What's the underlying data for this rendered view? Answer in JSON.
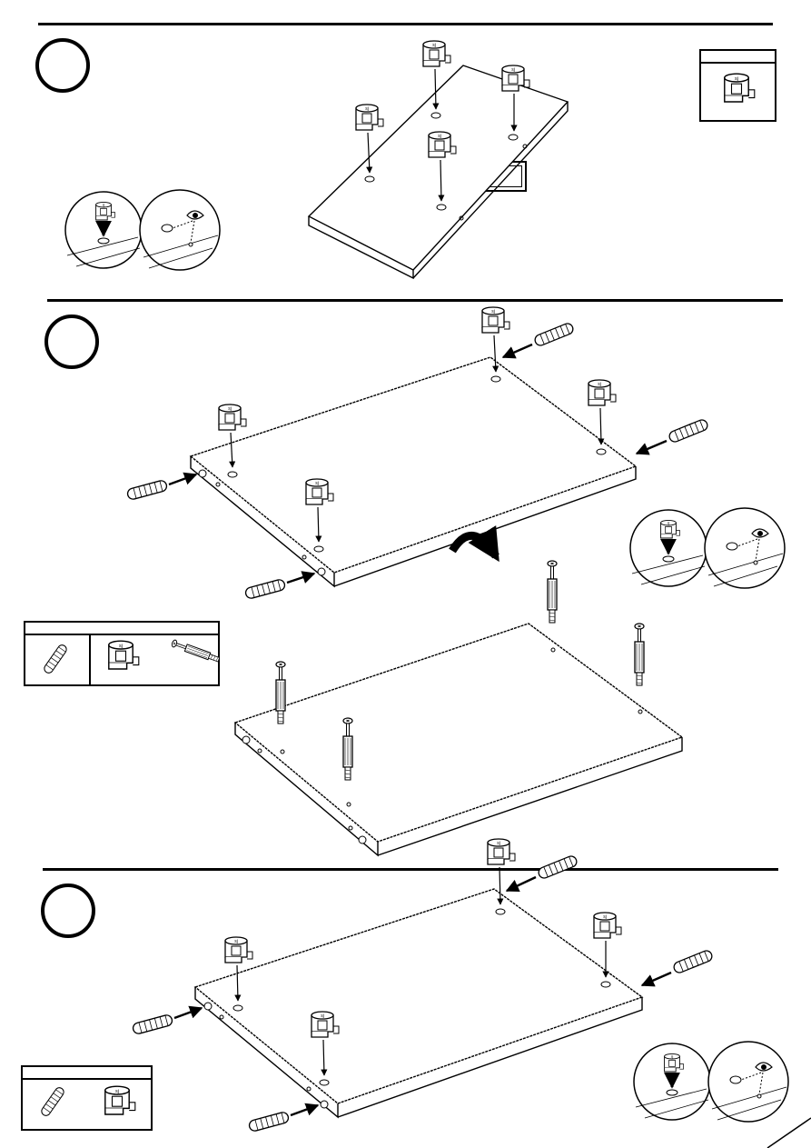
{
  "steps": [
    {
      "id": 1,
      "label": ""
    },
    {
      "id": 2,
      "label": ""
    },
    {
      "id": 3,
      "label": ""
    }
  ],
  "part_labels": [],
  "colors": {
    "ink": "#000000",
    "paper": "#ffffff",
    "label_fill": "#ffffff"
  },
  "icons": [
    "cam-lock-icon",
    "dowel-icon",
    "cam-bolt-icon",
    "eye-icon",
    "rotate-arrow-icon"
  ]
}
